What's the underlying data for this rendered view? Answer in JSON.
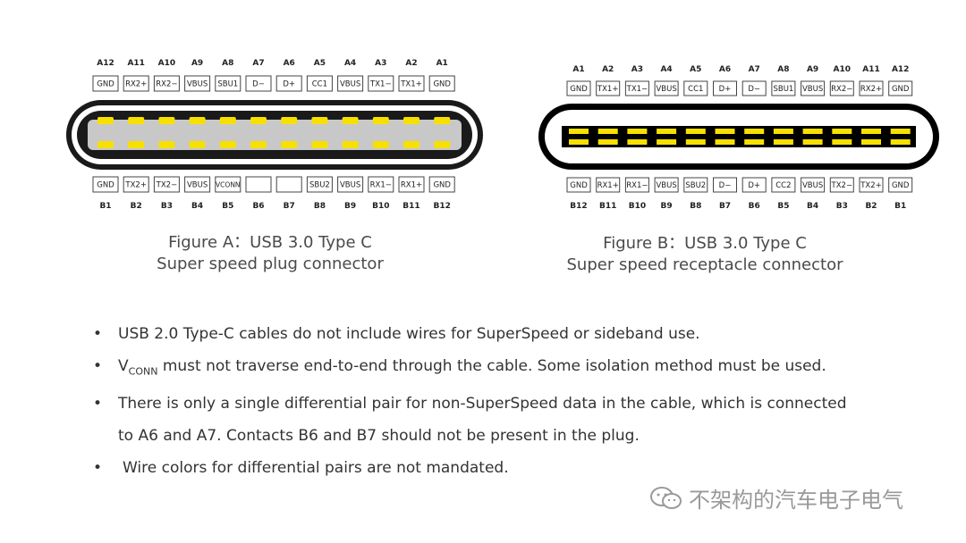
{
  "figureA": {
    "caption_line1": "Figure A：USB 3.0 Type C",
    "caption_line2": "Super speed plug connector",
    "top_numbers": [
      "A12",
      "A11",
      "A10",
      "A9",
      "A8",
      "A7",
      "A6",
      "A5",
      "A4",
      "A3",
      "A2",
      "A1"
    ],
    "top_labels": [
      "GND",
      "RX2+",
      "RX2−",
      "VBUS",
      "SBU1",
      "D−",
      "D+",
      "CC1",
      "VBUS",
      "TX1−",
      "TX1+",
      "GND"
    ],
    "bottom_labels": [
      "GND",
      "TX2+",
      "TX2−",
      "VBUS",
      "VCONN",
      "",
      "",
      "SBU2",
      "VBUS",
      "RX1−",
      "RX1+",
      "GND"
    ],
    "bottom_numbers": [
      "B1",
      "B2",
      "B3",
      "B4",
      "B5",
      "B6",
      "B7",
      "B8",
      "B9",
      "B10",
      "B11",
      "B12"
    ]
  },
  "figureB": {
    "caption_line1": "Figure B：USB 3.0 Type C",
    "caption_line2": "Super speed receptacle connector",
    "top_numbers": [
      "A1",
      "A2",
      "A3",
      "A4",
      "A5",
      "A6",
      "A7",
      "A8",
      "A9",
      "A10",
      "A11",
      "A12"
    ],
    "top_labels": [
      "GND",
      "TX1+",
      "TX1−",
      "VBUS",
      "CC1",
      "D+",
      "D−",
      "SBU1",
      "VBUS",
      "RX2−",
      "RX2+",
      "GND"
    ],
    "bottom_labels": [
      "GND",
      "RX1+",
      "RX1−",
      "VBUS",
      "SBU2",
      "D−",
      "D+",
      "CC2",
      "VBUS",
      "TX2−",
      "TX2+",
      "GND"
    ],
    "bottom_numbers": [
      "B12",
      "B11",
      "B10",
      "B9",
      "B8",
      "B7",
      "B6",
      "B5",
      "B4",
      "B3",
      "B2",
      "B1"
    ]
  },
  "bullets": {
    "b1": "USB 2.0 Type-C cables do not include wires for SuperSpeed or sideband use.",
    "b2_v": "V",
    "b2_sub": "CONN",
    "b2_rest": " must not traverse end-to-end through the cable. Some isolation method must be used.",
    "b3_line1": "There is only a single differential pair for non-SuperSpeed data in the cable, which is connected",
    "b3_line2": "to A6 and A7. Contacts B6 and B7 should not be present in the plug.",
    "b4": "Wire colors for differential pairs are not mandated.",
    "bullet_char": "•"
  },
  "watermark": {
    "text": "不架构的汽车电子电气"
  },
  "colors": {
    "pin": "#f7e000",
    "label_border": "#444444",
    "plug_gray": "#c8c8c8",
    "black": "#000000"
  }
}
